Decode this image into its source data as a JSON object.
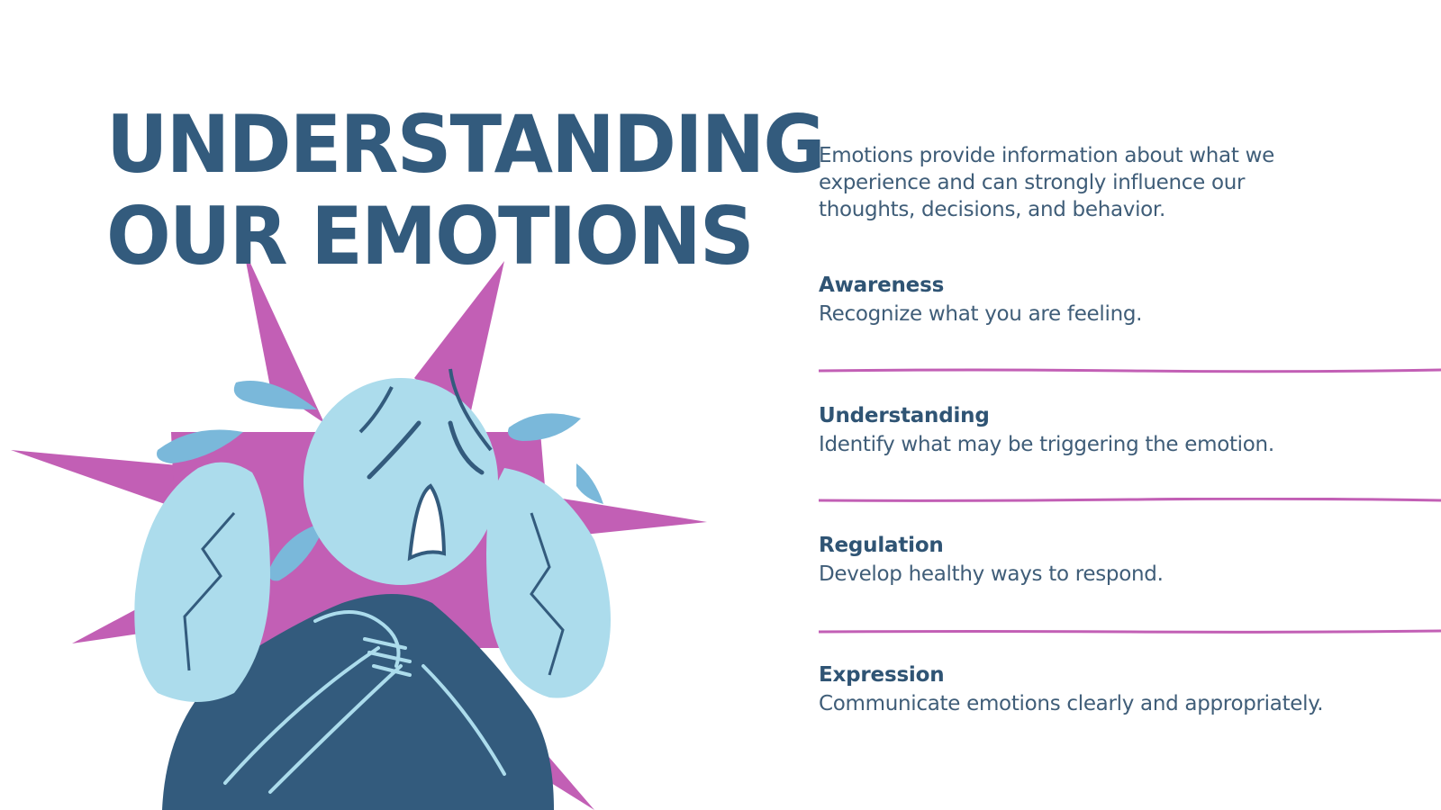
{
  "slide": {
    "title_line1": "UNDERSTANDING",
    "title_line2": "OUR EMOTIONS",
    "intro": "Emotions provide information about what we experience and can strongly influence our thoughts, decisions, and behavior.",
    "items": [
      {
        "heading": "Awareness",
        "text": "Recognize what you are feeling."
      },
      {
        "heading": "Understanding",
        "text": "Identify what may be triggering the emotion."
      },
      {
        "heading": "Regulation",
        "text": "Develop healthy ways to respond."
      },
      {
        "heading": "Expression",
        "text": "Communicate emotions clearly and appropriately."
      }
    ]
  },
  "colors": {
    "title": "#335b7d",
    "body_text": "#3f5d78",
    "divider": "#c25fb5",
    "burst": "#c25fb5",
    "figure_light": "#acdcec",
    "figure_dark": "#335b7d",
    "tears": "#7ab8da"
  },
  "illustration": {
    "icon": "crying-person-illustration"
  }
}
